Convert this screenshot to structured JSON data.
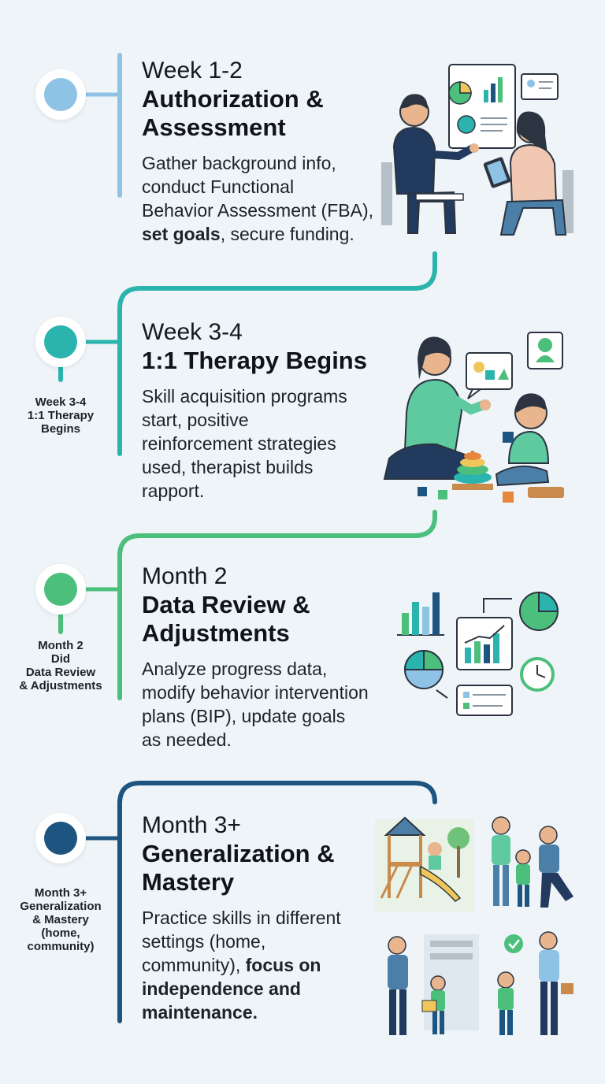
{
  "stages": [
    {
      "time": "Week 1-2",
      "title_1": "Authorization &",
      "title_2": "Assessment",
      "desc_1": "Gather background info,",
      "desc_2": "conduct Functional",
      "desc_3": "Behavior Assessment (FBA),",
      "desc_4_bold": "set goals",
      "desc_4_rest": ", secure funding.",
      "color": "#8fc3e6"
    },
    {
      "time": "Week 3-4",
      "title_1": "1:1 Therapy Begins",
      "desc_1": "Skill acquisition programs",
      "desc_2": "start, positive",
      "desc_3": "reinforcement strategies",
      "desc_4": "used, therapist builds",
      "desc_5": "rapport.",
      "side_label": [
        "Week 3-4",
        "1:1 Therapy",
        "Begins"
      ],
      "color": "#2bb3ad"
    },
    {
      "time": "Month 2",
      "title_1": "Data Review &",
      "title_2": "Adjustments",
      "desc_1": "Analyze progress data,",
      "desc_2": "modify behavior intervention",
      "desc_3": "plans (BIP), update goals",
      "desc_4": "as needed.",
      "side_label": [
        "Month 2",
        "Did",
        "Data Review",
        "& Adjustments"
      ],
      "color": "#4cbf7c"
    },
    {
      "time": "Month 3+",
      "title_1": "Generalization &",
      "title_2": "Mastery",
      "desc_1": "Practice skills in different",
      "desc_2": "settings (home,",
      "desc_3_plain": "community), ",
      "desc_3_bold": "focus on",
      "desc_4_bold": "independence and",
      "desc_5_bold": "maintenance.",
      "side_label": [
        "Month 3+",
        "Generalization",
        "& Mastery",
        "(home,",
        "community)"
      ],
      "color": "#1d5480"
    }
  ],
  "icons": {
    "stage1": "assessment-meeting-illustration",
    "stage2": "therapy-play-illustration",
    "stage3": "data-charts-illustration",
    "stage4": "community-practice-illustration"
  }
}
